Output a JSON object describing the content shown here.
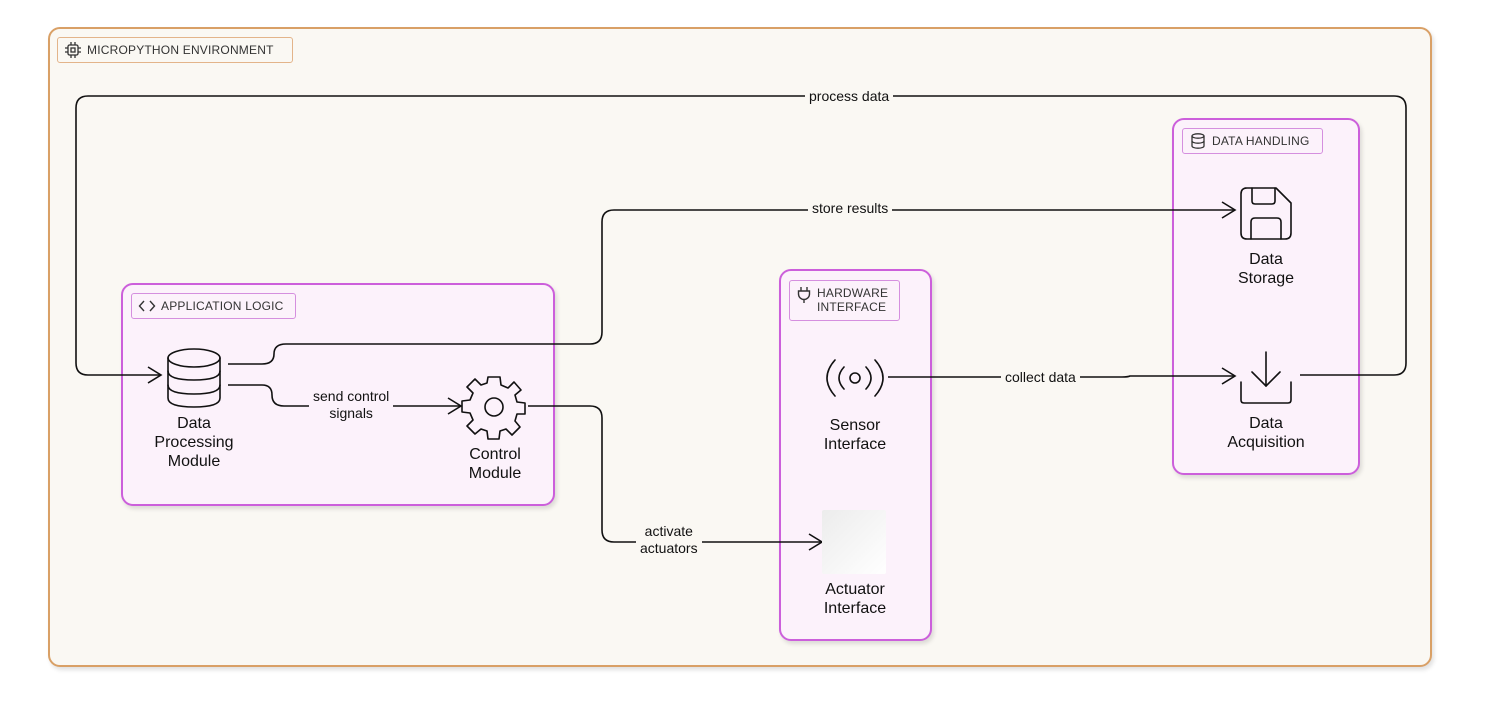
{
  "groups": {
    "environment": "MICROPYTHON ENVIRONMENT",
    "data_handling": "DATA HANDLING",
    "application_logic": "APPLICATION LOGIC",
    "hardware_interface": "HARDWARE\nINTERFACE"
  },
  "nodes": {
    "data_storage": "Data\nStorage",
    "data_acquisition": "Data\nAcquisition",
    "data_processing": "Data\nProcessing\nModule",
    "control_module": "Control\nModule",
    "sensor_interface": "Sensor\nInterface",
    "actuator_interface": "Actuator\nInterface"
  },
  "edges": {
    "process_data": "process data",
    "store_results": "store results",
    "send_control": "send control\nsignals",
    "collect_data": "collect data",
    "activate_actuators": "activate\nactuators"
  },
  "colors": {
    "outer_border": "#d9a066",
    "outer_fill": "#faf8f3",
    "group_border": "#cc5fdb",
    "group_fill": "#fcf2fb"
  },
  "icons": {
    "environment": "chip-icon",
    "data_handling": "database-icon",
    "application_logic": "code-icon",
    "hardware_interface": "plug-icon",
    "data_storage": "floppy-disk-icon",
    "data_acquisition": "download-icon",
    "data_processing": "database-icon",
    "control_module": "gear-icon",
    "sensor_interface": "broadcast-icon"
  }
}
